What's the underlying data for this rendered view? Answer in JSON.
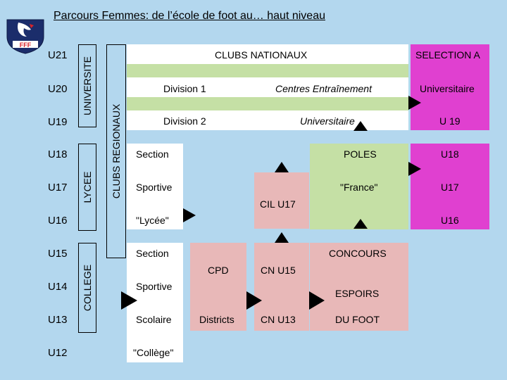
{
  "title": "Parcours  Femmes: de l’école de foot  au… haut niveau",
  "logo": {
    "text": "FFF",
    "colors": {
      "navy": "#1b2d6b",
      "red": "#d8232a",
      "white": "#ffffff"
    }
  },
  "ages": [
    "U21",
    "U20",
    "U19",
    "U18",
    "U17",
    "U16",
    "U15",
    "U14",
    "U13",
    "U12"
  ],
  "vertical_labels": {
    "universite": "UNIVERSITE",
    "lycee": "LYCEE",
    "college": "COLLEGE",
    "clubs_regionaux": "CLUBS REGIONAUX"
  },
  "clubs_nationaux": {
    "header": "CLUBS NATIONAUX",
    "division1": "Division 1",
    "division2": "Division 2",
    "centres": "Centres Entraînement",
    "universitaire": "Universitaire"
  },
  "selection": {
    "header": "SELECTION A",
    "universitaire": "Universitaire",
    "u19": "U 19",
    "u18": "U18",
    "u17": "U17",
    "u16": "U16"
  },
  "section_sportive_lycee": [
    "Section",
    "Sportive",
    "\"Lycée\""
  ],
  "poles": [
    "POLES",
    "\"France\""
  ],
  "cil": "CIL U17",
  "section_sportive_college": [
    "Section",
    "Sportive",
    "Scolaire",
    "\"Collège\""
  ],
  "cpd": {
    "top": "CPD",
    "bottom": "Districts"
  },
  "cn": {
    "u15": "CN U15",
    "u13": "CN U13"
  },
  "concours": {
    "header": "CONCOURS",
    "line1": "ESPOIRS",
    "line2": "DU FOOT"
  },
  "colors": {
    "background": "#b3d7ee",
    "green": "#c5e0a5",
    "pink": "#e8b8b8",
    "magenta": "#e040d0",
    "white": "#ffffff",
    "arrow": "#000000"
  }
}
